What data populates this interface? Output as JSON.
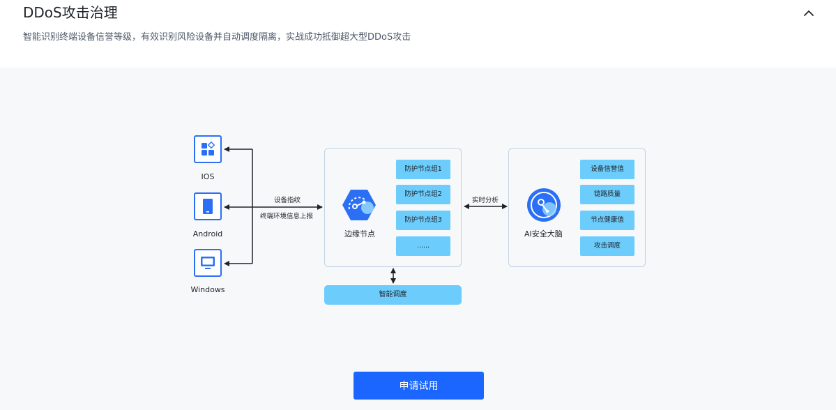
{
  "header": {
    "title": "DDoS攻击治理",
    "subtitle": "智能识别终端设备信誉等级，有效识别风险设备并自动调度隔离，实战成功抵御超大型DDoS攻击",
    "collapse_icon": "chevron-up-icon"
  },
  "diagram": {
    "devices": [
      {
        "label": "IOS",
        "icon": "apps-icon"
      },
      {
        "label": "Android",
        "icon": "phone-icon"
      },
      {
        "label": "Windows",
        "icon": "monitor-icon"
      }
    ],
    "link_left_top": "设备指纹",
    "link_left_bottom": "终端环境信息上报",
    "edge_node": {
      "label": "边缘节点",
      "groups": [
        "防护节点组1",
        "防护节点组2",
        "防护节点组3",
        "......"
      ]
    },
    "link_right": "实时分析",
    "ai_brain": {
      "label": "AI安全大脑",
      "items": [
        "设备信誉值",
        "链路质量",
        "节点健康值",
        "攻击调度"
      ]
    },
    "schedule": "智能调度"
  },
  "cta": {
    "label": "申请试用",
    "color": "#1a66ff"
  },
  "colors": {
    "device_border": "#2b6ff5",
    "chip": "#6ccdfd",
    "box_border": "#c2d3e3",
    "panel_bg": "#f7f8fa"
  }
}
